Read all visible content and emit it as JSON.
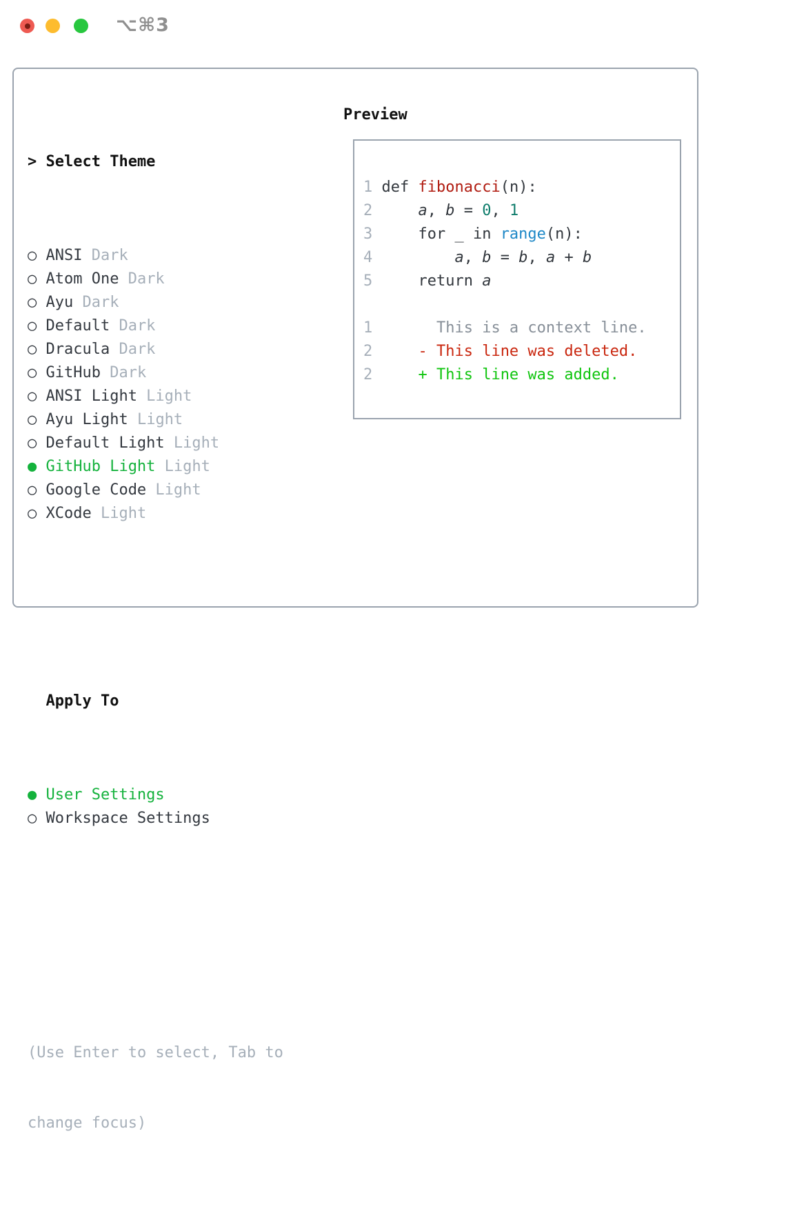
{
  "window": {
    "title": "⌥⌘3",
    "background": "#ffffff",
    "panel_border_color": "#9aa3ae"
  },
  "traffic_lights": {
    "close_color": "#ee5a52",
    "close_dot_color": "#7b1d14",
    "minimize_color": "#fdbc2f",
    "zoom_color": "#28c73f"
  },
  "glyphs": {
    "header_marker": ">",
    "selected_bullet": "●",
    "unselected_bullet": "○"
  },
  "theme_picker": {
    "header": "Select Theme",
    "items": [
      {
        "name": "ANSI",
        "variant": "Dark",
        "selected": false
      },
      {
        "name": "Atom One",
        "variant": "Dark",
        "selected": false
      },
      {
        "name": "Ayu",
        "variant": "Dark",
        "selected": false
      },
      {
        "name": "Default",
        "variant": "Dark",
        "selected": false
      },
      {
        "name": "Dracula",
        "variant": "Dark",
        "selected": false
      },
      {
        "name": "GitHub",
        "variant": "Dark",
        "selected": false
      },
      {
        "name": "ANSI Light",
        "variant": "Light",
        "selected": false
      },
      {
        "name": "Ayu Light",
        "variant": "Light",
        "selected": false
      },
      {
        "name": "Default Light",
        "variant": "Light",
        "selected": false
      },
      {
        "name": "GitHub Light",
        "variant": "Light",
        "selected": true
      },
      {
        "name": "Google Code",
        "variant": "Light",
        "selected": false
      },
      {
        "name": "XCode",
        "variant": "Light",
        "selected": false
      }
    ],
    "apply_to": {
      "header": "Apply To",
      "options": [
        {
          "name": "User Settings",
          "selected": true
        },
        {
          "name": "Workspace Settings",
          "selected": false
        }
      ]
    },
    "hint_lines": [
      "(Use Enter to select, Tab to",
      "change focus)"
    ]
  },
  "preview": {
    "title": "Preview",
    "lines": [
      [
        [
          "1",
          "num"
        ],
        [
          " def ",
          "plain"
        ],
        [
          "fibonacci",
          "func"
        ],
        [
          "(n):",
          "plain"
        ]
      ],
      [
        [
          "2",
          "num"
        ],
        [
          "     ",
          "plain"
        ],
        [
          "a",
          "var"
        ],
        [
          ", ",
          "plain"
        ],
        [
          "b",
          "var"
        ],
        [
          " = ",
          "plain"
        ],
        [
          "0",
          "numlit"
        ],
        [
          ", ",
          "plain"
        ],
        [
          "1",
          "numlit"
        ]
      ],
      [
        [
          "3",
          "num"
        ],
        [
          "     for _ in ",
          "plain"
        ],
        [
          "range",
          "builtin"
        ],
        [
          "(n):",
          "plain"
        ]
      ],
      [
        [
          "4",
          "num"
        ],
        [
          "         ",
          "plain"
        ],
        [
          "a",
          "var"
        ],
        [
          ", ",
          "plain"
        ],
        [
          "b",
          "var"
        ],
        [
          " = ",
          "plain"
        ],
        [
          "b",
          "var"
        ],
        [
          ", ",
          "plain"
        ],
        [
          "a",
          "var"
        ],
        [
          " + ",
          "plain"
        ],
        [
          "b",
          "var"
        ]
      ],
      [
        [
          "5",
          "num"
        ],
        [
          "     return ",
          "plain"
        ],
        [
          "a",
          "var"
        ]
      ],
      [],
      [
        [
          "1",
          "num"
        ],
        [
          "       ",
          "plain"
        ],
        [
          "This is a context line.",
          "ctx"
        ]
      ],
      [
        [
          "2",
          "num"
        ],
        [
          "     ",
          "plain"
        ],
        [
          "- This line was deleted.",
          "del"
        ]
      ],
      [
        [
          "2",
          "num"
        ],
        [
          "     ",
          "plain"
        ],
        [
          "+ This line was added.",
          "add"
        ]
      ]
    ],
    "syntax_colors": {
      "line_number": "#a6afb9",
      "plain": "#32373d",
      "function_name": "#b01b10",
      "number_literal": "#0f7d6c",
      "builtin": "#1e88c7",
      "diff_context": "#878f98",
      "diff_deleted": "#c9260e",
      "diff_added": "#10c50f"
    }
  },
  "ui_colors": {
    "text": "#33383f",
    "muted": "#a6afb9",
    "selected_green": "#14b23c",
    "header_black": "#111111",
    "title_gray": "#8f8f8f"
  }
}
